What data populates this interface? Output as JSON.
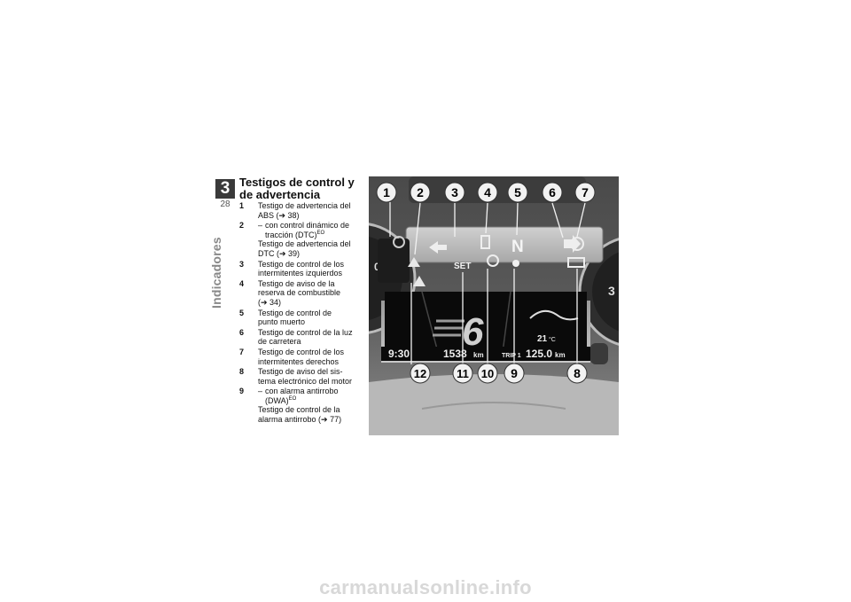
{
  "chapter": {
    "number": "3",
    "page": "28",
    "side_label": "Indicadores"
  },
  "title": "Testigos de control y de advertencia",
  "items": [
    {
      "num": "1",
      "lines": [
        "Testigo de advertencia del",
        "ABS (➔ 38)"
      ]
    },
    {
      "num": "2",
      "sub1": "con control dinámico de",
      "sub1b": "tracción (DTC)",
      "sup": "EO",
      "lines": [
        "Testigo de advertencia del",
        "DTC (➔ 39)"
      ]
    },
    {
      "num": "3",
      "lines": [
        "Testigo de control de los",
        "intermitentes izquierdos"
      ]
    },
    {
      "num": "4",
      "lines": [
        "Testigo de aviso de la",
        "reserva de combustible",
        "(➔ 34)"
      ]
    },
    {
      "num": "5",
      "lines": [
        "Testigo de control de",
        "punto muerto"
      ]
    },
    {
      "num": "6",
      "lines": [
        "Testigo de control de la luz",
        "de carretera"
      ]
    },
    {
      "num": "7",
      "lines": [
        "Testigo de control de los",
        "intermitentes derechos"
      ]
    },
    {
      "num": "8",
      "lines": [
        "Testigo de aviso del sis-",
        "tema electrónico del motor"
      ]
    },
    {
      "num": "9",
      "sub1": "con alarma antirrobo",
      "sub1b": "(DWA)",
      "sup": "EO",
      "lines": [
        "Testigo de control de la",
        "alarma antirrobo (➔ 77)"
      ]
    }
  ],
  "photo": {
    "callouts_top": [
      "1",
      "2",
      "3",
      "4",
      "5",
      "6",
      "7"
    ],
    "callouts_bottom": [
      "12",
      "11",
      "10",
      "9",
      "8"
    ],
    "display": {
      "time": "9:30",
      "odometer": "1538",
      "odometer_unit": "km",
      "trip_label": "TRIP 1",
      "trip_value": "125.0",
      "trip_unit": "km",
      "gear": "6",
      "temperature": "21",
      "temperature_unit": "°C",
      "set_label": "SET",
      "neutral_label": "N"
    },
    "gauge_left_number": "0",
    "gauge_right_number": "3",
    "colors": {
      "callout_fill": "#f2f2f2",
      "callout_text": "#111111",
      "display_bg": "#0a0a0a"
    }
  },
  "footer": "carmanualsonline.info"
}
